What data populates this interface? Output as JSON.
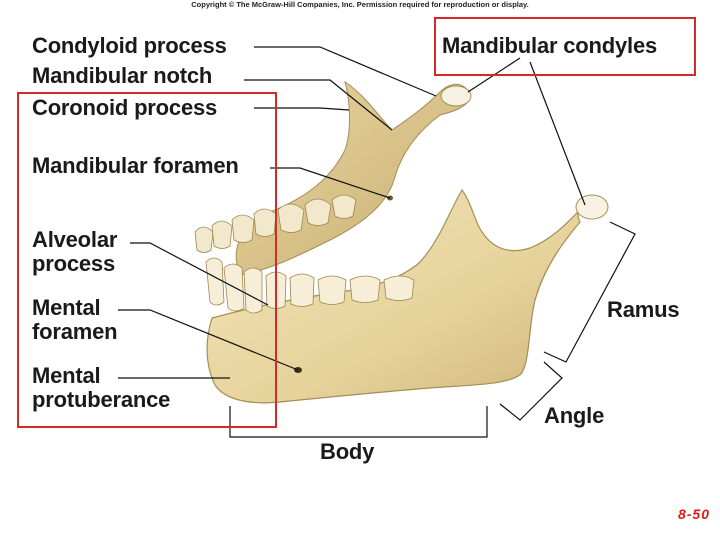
{
  "copyright": "Copyright © The McGraw-Hill Companies, Inc. Permission required for reproduction or display.",
  "labels": {
    "condyloid_process": "Condyloid process",
    "mandibular_notch": "Mandibular notch",
    "coronoid_process": "Coronoid process",
    "mandibular_foramen": "Mandibular foramen",
    "alveolar_process": "Alveolar process",
    "mental_foramen": "Mental foramen",
    "mental_protuberance": "Mental protuberance",
    "mandibular_condyles": "Mandibular condyles",
    "ramus": "Ramus",
    "angle": "Angle",
    "body": "Body"
  },
  "slide_number": "8-50",
  "colors": {
    "highlight_box": "#d62a2a",
    "bone": "#ecdcaa",
    "bone_shadow": "#c9b27a",
    "tooth": "#f4ecd6",
    "leader_line": "#111111"
  }
}
